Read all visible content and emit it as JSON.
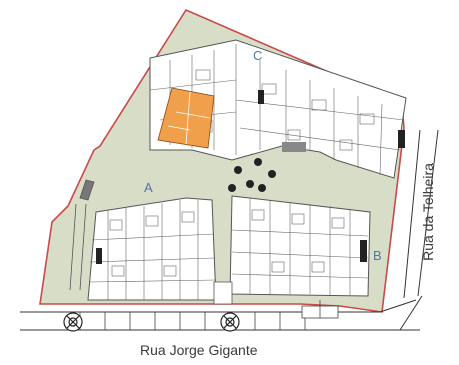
{
  "streets": {
    "bottom": "Rua Jorge Gigante",
    "right": "Rua da Telheira"
  },
  "blocks": {
    "a": "A",
    "b": "B",
    "c": "C"
  },
  "colors": {
    "site_fill": "#d8ddc8",
    "site_border": "#c84a4a",
    "building_fill": "#ffffff",
    "wall": "#555555",
    "highlight_unit": "#f0a04a",
    "block_label": "#4f76a8",
    "street_label": "#3a3a3a"
  },
  "icons": {
    "roundabout": "x-circle-icon",
    "trees": "tree-icon"
  }
}
